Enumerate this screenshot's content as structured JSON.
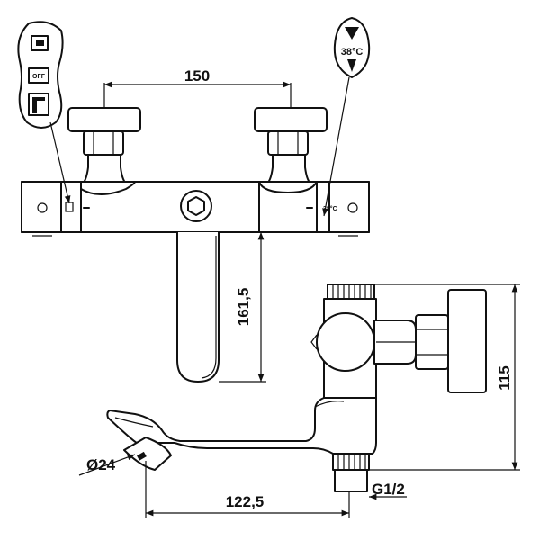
{
  "dimensions": {
    "handle_spacing": "150",
    "spout_drop": "161,5",
    "total_height": "115",
    "spout_reach": "122,5",
    "outlet_diameter": "Ø24",
    "connection_thread": "G1/2"
  },
  "temperature": {
    "callout_label": "38°C",
    "scale_mark": "38°C"
  },
  "diverter": {
    "off_label": "OFF"
  },
  "colors": {
    "line": "#111111",
    "background": "#ffffff"
  }
}
